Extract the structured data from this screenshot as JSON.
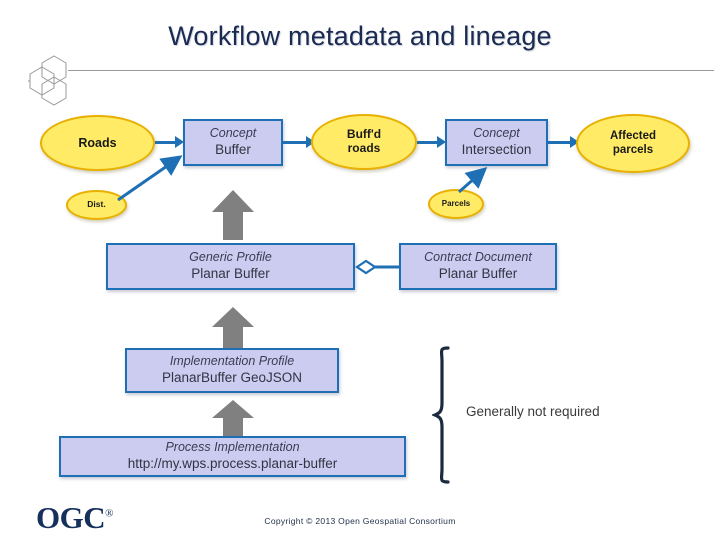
{
  "slide": {
    "title": "Workflow metadata and lineage",
    "logo_icon": "ogc-hexagon-logo-icon"
  },
  "workflow": {
    "nodes": [
      {
        "id": "roads",
        "kind": "ellipse",
        "label": "Roads",
        "lines": [
          "Roads"
        ]
      },
      {
        "id": "dist",
        "kind": "ellipse",
        "label": "Dist.",
        "lines": [
          "Dist."
        ]
      },
      {
        "id": "buffd-roads",
        "kind": "ellipse",
        "label": "Buff'd roads",
        "lines": [
          "Buff'd",
          "roads"
        ]
      },
      {
        "id": "parcels",
        "kind": "ellipse",
        "label": "Parcels",
        "lines": [
          "Parcels"
        ]
      },
      {
        "id": "affected",
        "kind": "ellipse",
        "label": "Affected parcels",
        "lines": [
          "Affected",
          "parcels"
        ]
      },
      {
        "id": "concept-buffer",
        "kind": "box",
        "stereotype": "Concept",
        "name": "Buffer"
      },
      {
        "id": "concept-intersection",
        "kind": "box",
        "stereotype": "Concept",
        "name": "Intersection"
      }
    ],
    "edges": [
      {
        "from": "roads",
        "to": "concept-buffer"
      },
      {
        "from": "dist",
        "to": "concept-buffer"
      },
      {
        "from": "concept-buffer",
        "to": "buffd-roads"
      },
      {
        "from": "buffd-roads",
        "to": "concept-intersection"
      },
      {
        "from": "parcels",
        "to": "concept-intersection"
      },
      {
        "from": "concept-intersection",
        "to": "affected"
      }
    ]
  },
  "layers": {
    "generic_profile": {
      "stereotype": "Generic Profile",
      "name": "Planar Buffer"
    },
    "contract_document": {
      "stereotype": "Contract Document",
      "name": "Planar Buffer"
    },
    "implementation_profile": {
      "stereotype": "Implementation Profile",
      "name": "PlanarBuffer GeoJSON"
    },
    "process_implementation": {
      "stereotype": "Process Implementation",
      "name": "http://my.wps.process.planar-buffer"
    }
  },
  "annotation": {
    "brace_label": "Generally not required",
    "brace_icon": "curly-brace-icon"
  },
  "footer": {
    "logo_text": "OGC",
    "logo_mark": "®",
    "copyright": "Copyright © 2013 Open Geospatial Consortium"
  },
  "colors": {
    "title": "#1b2a50",
    "ellipse_fill": "#ffeb66",
    "ellipse_stroke": "#e8b000",
    "box_fill": "#ccccf0",
    "box_stroke": "#1f6fb4",
    "connector": "#1f6fb4",
    "block_arrow": "#808080",
    "brace": "#1b2a3f"
  }
}
